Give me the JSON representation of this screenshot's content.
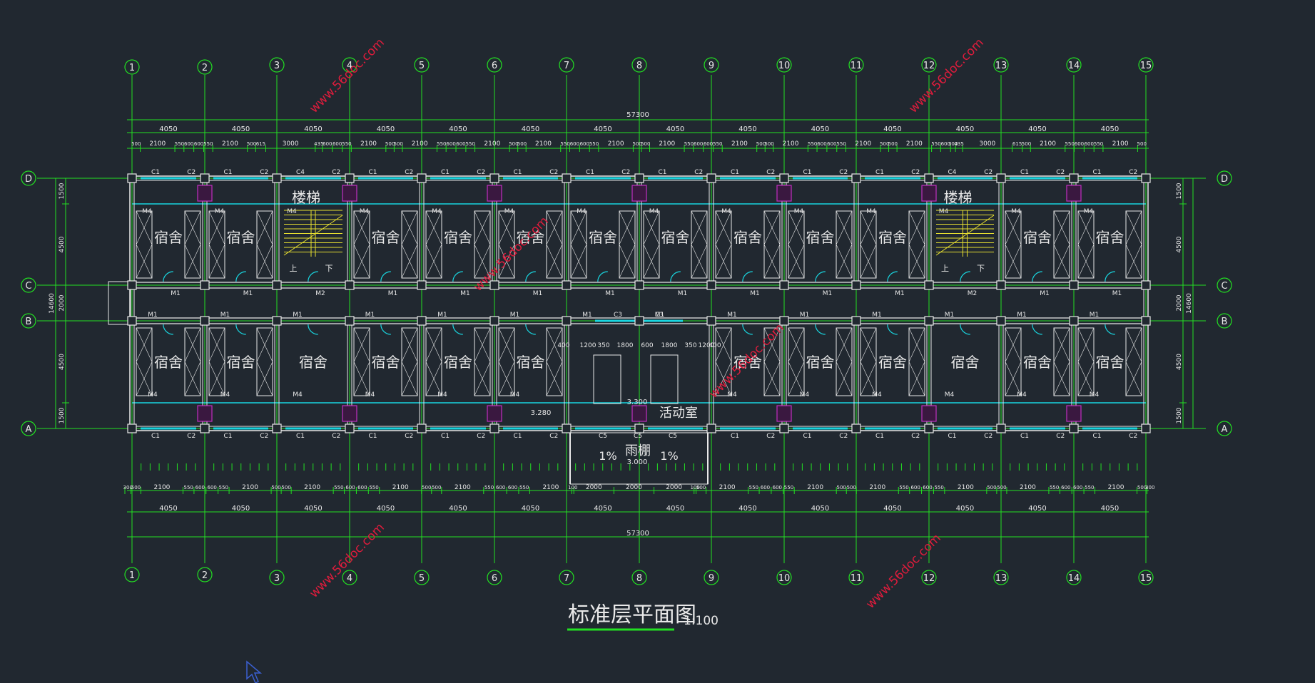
{
  "drawing": {
    "title": "标准层平面图",
    "scale": "1:100",
    "watermark": "www.56doc.com"
  },
  "axes": {
    "numbers": [
      "1",
      "2",
      "3",
      "4",
      "5",
      "6",
      "7",
      "8",
      "9",
      "10",
      "11",
      "12",
      "13",
      "14",
      "15"
    ],
    "letters": [
      "D",
      "C",
      "B",
      "A"
    ]
  },
  "dimensions": {
    "total": "57300",
    "bay": "4050",
    "right_depth": [
      "1500",
      "4500",
      "2000",
      "4500",
      "1500"
    ],
    "left_depth": [
      "1500",
      "4500",
      "2000",
      "4500",
      "1500"
    ],
    "overall_depth": "14600",
    "top_detail": [
      "500",
      "2100",
      "550",
      "600",
      "600",
      "550",
      "2100",
      "500",
      "615",
      "3000",
      "435",
      "600",
      "600",
      "550",
      "2100",
      "500",
      "500",
      "2100",
      "550",
      "600",
      "600",
      "550",
      "2100",
      "500",
      "500",
      "2100",
      "550",
      "600",
      "600",
      "550",
      "2100",
      "500",
      "500",
      "2100",
      "550",
      "600",
      "600",
      "550",
      "2100",
      "500",
      "500",
      "2100",
      "550",
      "600",
      "600",
      "550",
      "2100",
      "500",
      "500",
      "2100",
      "550",
      "600",
      "300",
      "435",
      "3000",
      "615",
      "500",
      "2100",
      "550",
      "600",
      "600",
      "550",
      "2100",
      "500"
    ],
    "bottom_detail": [
      "300",
      "500",
      "2100",
      "550",
      "600",
      "600",
      "550",
      "2100",
      "500",
      "500",
      "2100",
      "550",
      "600",
      "600",
      "550",
      "2100",
      "500",
      "500",
      "2100",
      "550",
      "600",
      "600",
      "550",
      "2100",
      "100",
      "2000",
      "2000",
      "2000",
      "100",
      "500",
      "2100",
      "550",
      "600",
      "600",
      "550",
      "2100",
      "500",
      "500",
      "2100",
      "550",
      "600",
      "600",
      "550",
      "2100",
      "500",
      "500",
      "2100",
      "550",
      "600",
      "600",
      "550",
      "2100",
      "500",
      "300"
    ],
    "lobby": [
      "1200",
      "350",
      "1800",
      "600",
      "1800",
      "350",
      "1200"
    ],
    "lobby_side": "400"
  },
  "rooms": {
    "dorm": "宿舍",
    "stair": "楼梯",
    "activity": "活动室",
    "canopy": "雨棚",
    "slope": "1%",
    "up": "上",
    "down": "下"
  },
  "levels": {
    "l1": "3.280",
    "l2": "3.300",
    "l3": "3.000"
  },
  "tags": {
    "c1": "C1",
    "c2": "C2",
    "c3": "C3",
    "c4": "C4",
    "c5": "C5",
    "m1": "M1",
    "m2": "M2",
    "m3": "M3",
    "m4": "M4"
  },
  "colors": {
    "background": "#212830",
    "wall": "#e8e8e8",
    "dimension": "#22e022",
    "window": "#19d6e0",
    "column": "#c030c0",
    "stair": "#e8e030"
  }
}
